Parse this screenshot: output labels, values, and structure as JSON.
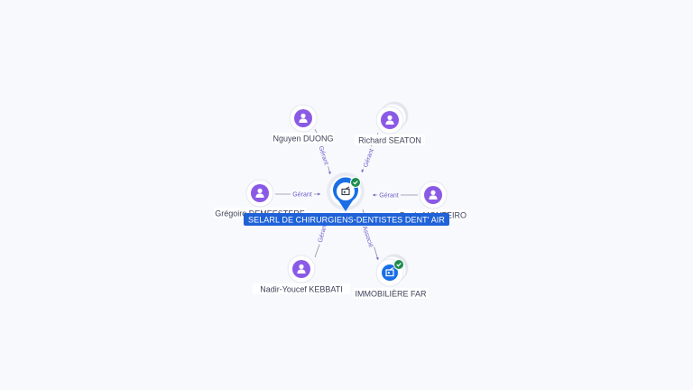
{
  "colors": {
    "person": "#8a5ae6",
    "company": "#1a6ee6",
    "check": "#1e8c4e",
    "edge": "#8a8fa3",
    "edge_label": "#6f63c9",
    "main_label_bg": "#1f62d8"
  },
  "center": {
    "label": "SELARL DE CHIRURGIENS-DENTISTES DENT' AIR",
    "icon": "company-icon",
    "verified": true
  },
  "nodes": [
    {
      "id": "nguyen",
      "label": "Nguyen DUONG",
      "icon": "person-icon",
      "edge_label": "Gérant"
    },
    {
      "id": "richard",
      "label": "Richard SEATON",
      "icon": "person-icon",
      "edge_label": "Gérant",
      "stacked": true
    },
    {
      "id": "gregoire",
      "label": "Grégoire DEMEESTERE",
      "icon": "person-icon",
      "edge_label": "Gérant"
    },
    {
      "id": "monteiro",
      "label": "Denis MONTEIRO",
      "icon": "person-icon",
      "edge_label": "Gérant"
    },
    {
      "id": "nadir",
      "label": "Nadir-Youcef KEBBATI",
      "icon": "person-icon",
      "edge_label": "Gérant"
    },
    {
      "id": "immo",
      "label": "IMMOBILIÈRE FAR",
      "icon": "company-icon",
      "edge_label": "Associé",
      "verified": true,
      "stacked": true
    }
  ]
}
